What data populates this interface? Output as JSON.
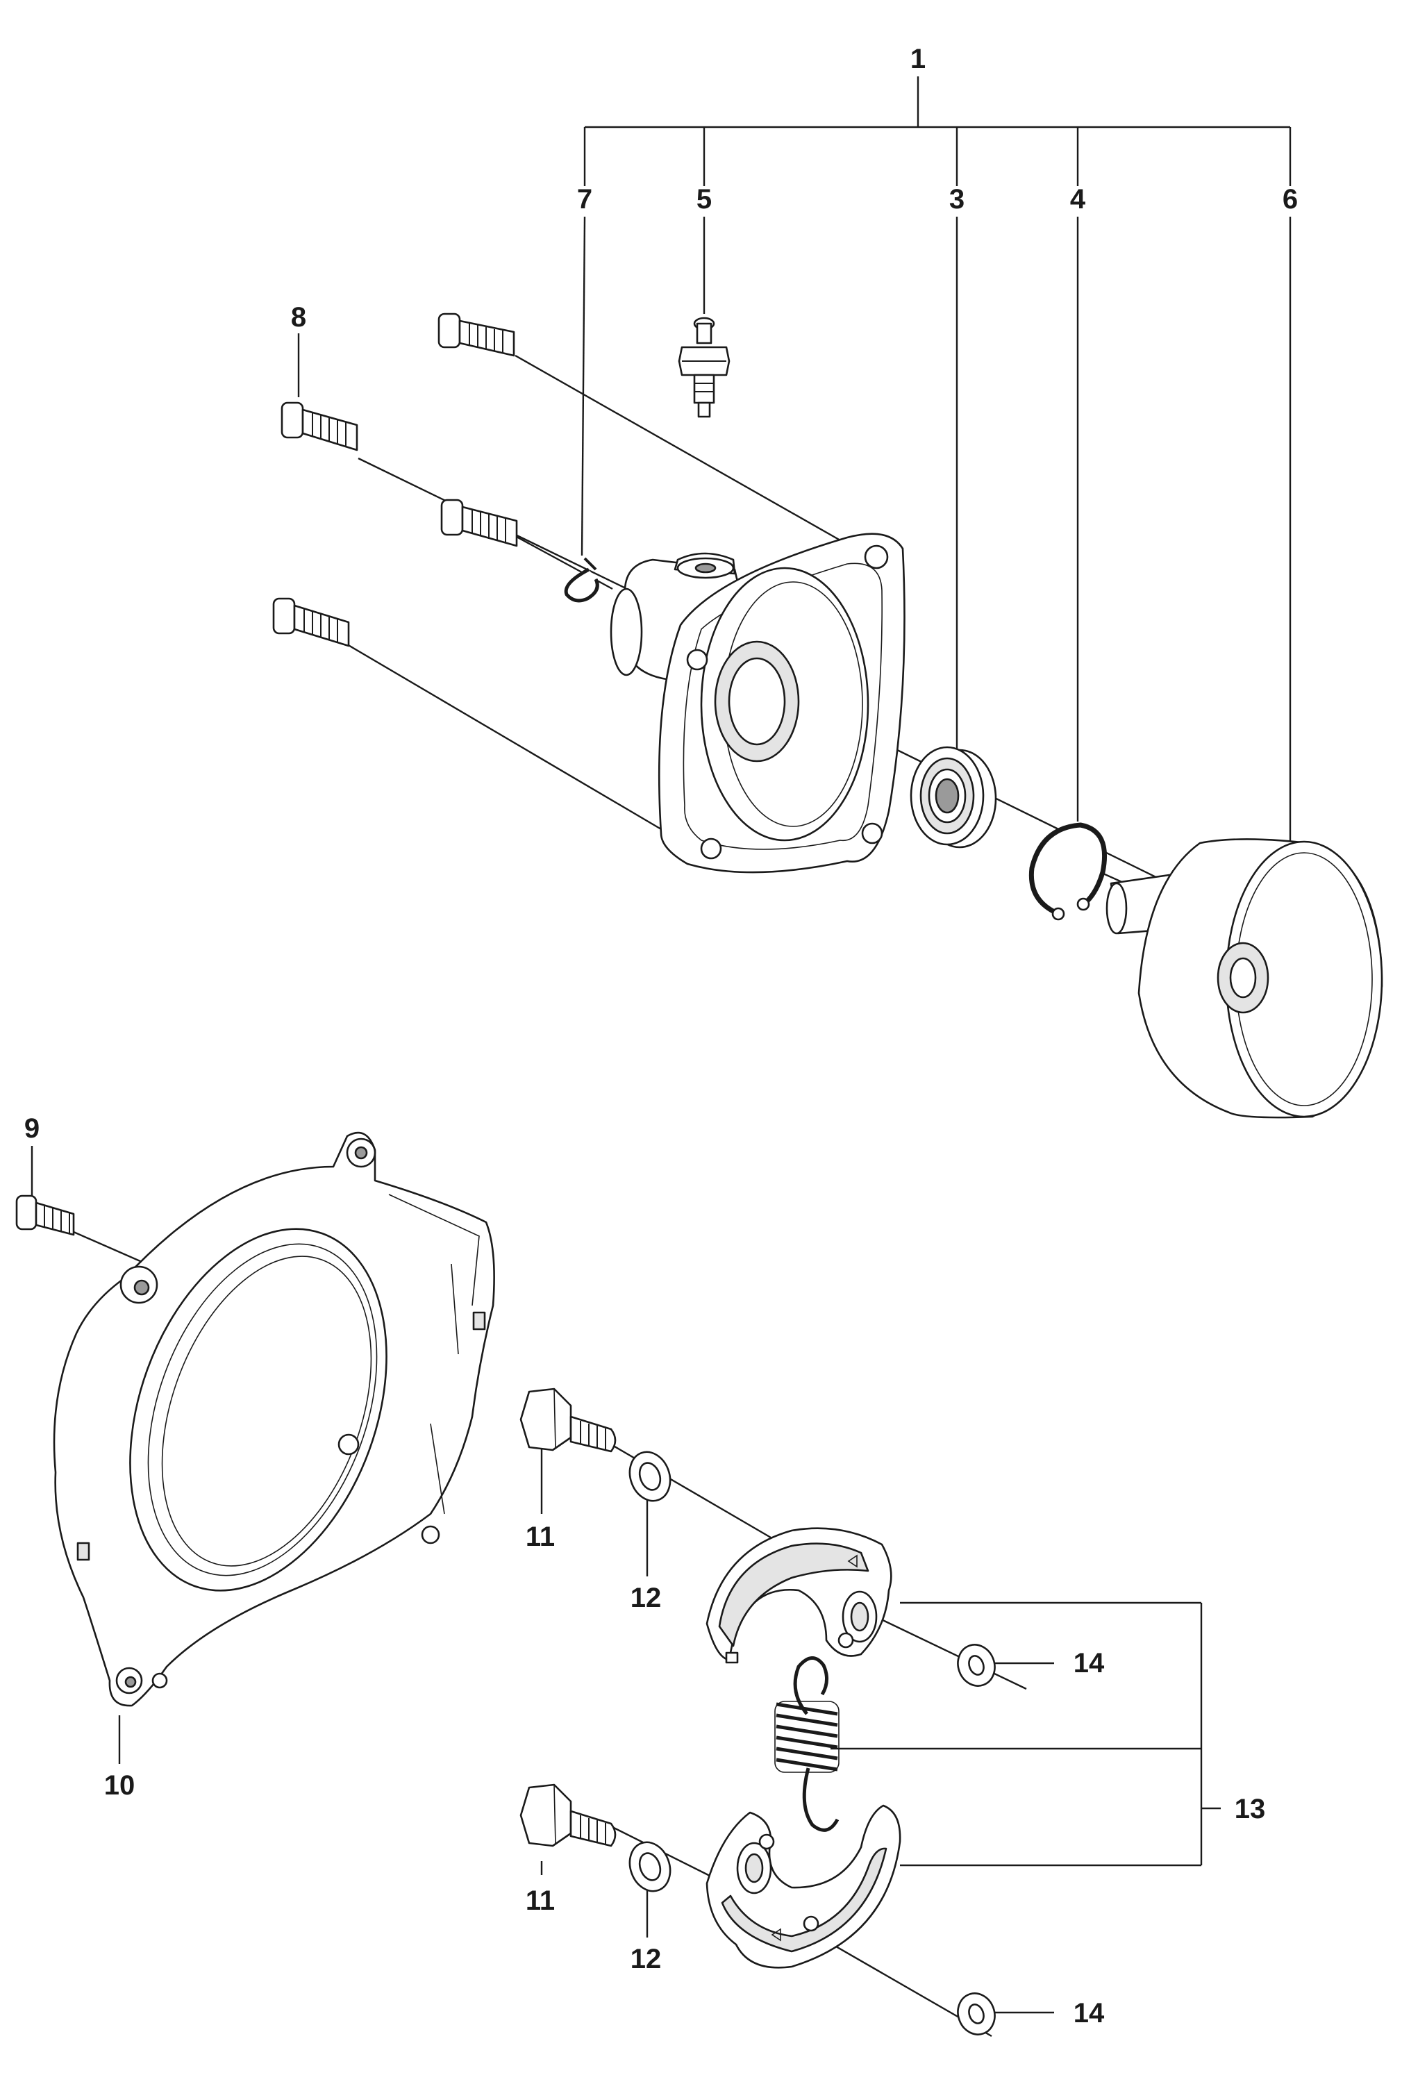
{
  "callouts": {
    "c1": "1",
    "c3": "3",
    "c4": "4",
    "c5": "5",
    "c6": "6",
    "c7": "7",
    "c8": "8",
    "c9": "9",
    "c10": "10",
    "c11a": "11",
    "c11b": "11",
    "c12a": "12",
    "c12b": "12",
    "c13": "13",
    "c14a": "14",
    "c14b": "14"
  }
}
